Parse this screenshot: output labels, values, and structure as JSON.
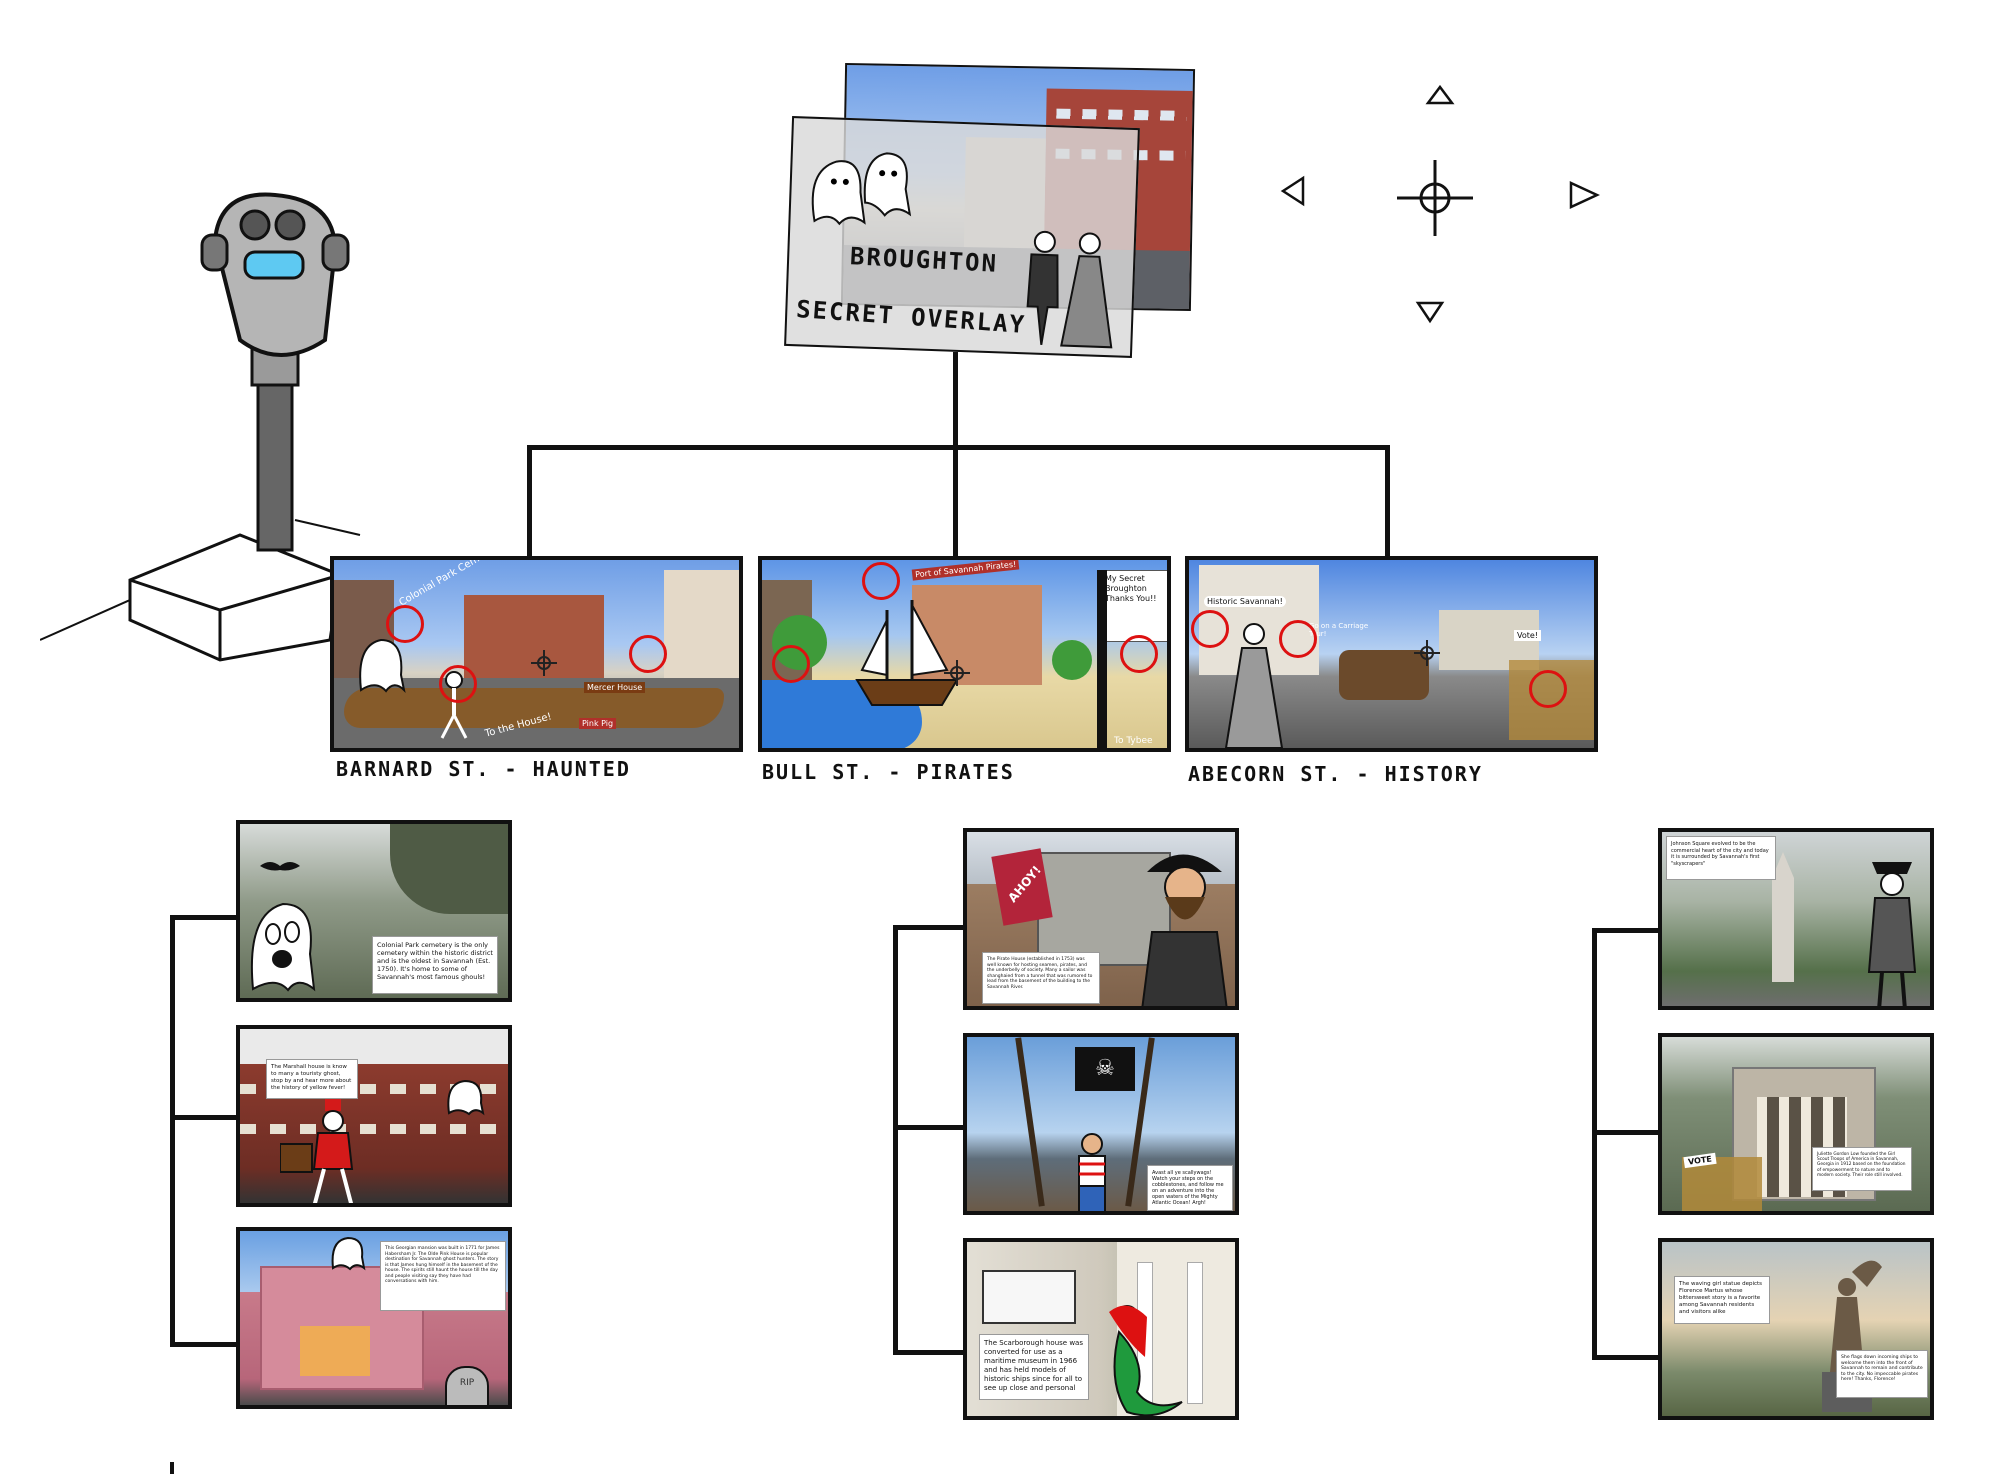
{
  "overlay": {
    "street_label": "BROUGHTON",
    "secret_label": "SECRET OVERLAY"
  },
  "controls": {
    "up_icon": "triangle-up-icon",
    "down_icon": "triangle-down-icon",
    "left_icon": "triangle-left-icon",
    "right_icon": "triangle-right-icon",
    "center_icon": "crosshair-icon"
  },
  "streets": [
    {
      "label": "BARNARD ST. - HAUNTED",
      "scene_texts": [
        "Colonial Park Cemetery!",
        "To the House!",
        "Mercer House",
        "Pink Pig"
      ]
    },
    {
      "label": "BULL ST. - PIRATES",
      "scene_texts": [
        "Port of Savannah Pirates!",
        "My Secret Broughton Thanks You!!",
        "To Tybee"
      ]
    },
    {
      "label": "ABECORN ST. - HISTORY",
      "scene_texts": [
        "Historic Savannah!",
        "Go on a Carriage Tour!",
        "Vote!"
      ]
    }
  ],
  "details": {
    "haunted": [
      {
        "caption": "Colonial Park cemetery is the only cemetery within the historic district and is the oldest in Savannah (Est. 1750). It's home to some of Savannah's most famous ghouls!"
      },
      {
        "caption": "The Marshall house is know to many a touristy ghost, stop by and hear more about the history of yellow fever!"
      },
      {
        "caption": "This Georgian mansion was built in 1771 for James Habersham Jr. The Olde Pink House is popular destination for Savannah ghost hunters. The story is that James hung himself in the basement of the house. The spirits still haunt the house till the day and people visiting say they have had conversations with him."
      }
    ],
    "pirates": [
      {
        "sign": "AHOY!",
        "caption": "The Pirate House (established in 1753) was well known for hosting seamen, pirates, and the underbelly of society. Many a sailor was shanghaied from a tunnel that was rumored to lead from the basement of the building to the Savannah River."
      },
      {
        "caption": "Avast all ye scallywags! Watch your steps on the cobblestones, and follow me on an adventure into the open waters of the Mighty Atlantic Ocean! Argh!"
      },
      {
        "caption": "The Scarborough house was converted for use as a maritime museum in 1966 and has held models of historic ships since for all to see up close and personal"
      }
    ],
    "history": [
      {
        "caption": "Johnson Square evolved to be the commercial heart of the city and today it is surrounded by Savannah's first \"skyscrapers\""
      },
      {
        "sign": "VOTE",
        "caption": "Juliette Gordon Low founded the Girl Scout Troops of America in Savannah, Georgia in 1912 based on the foundation of empowerment to nature and to modern society. Their role still involved."
      },
      {
        "caption": "The waving girl statue depicts Florence Martus whose bittersweet story is a favorite among Savannah residents and visitors alike",
        "caption2": "She flags down incoming ships to welcome them into the front of Savannah to remain and contribute to the city. No impeccable pirates here! Thanks, Florence!"
      }
    ]
  },
  "colors": {
    "marker": "#d11111",
    "line": "#111111",
    "overlay": "#d9d9d9"
  }
}
